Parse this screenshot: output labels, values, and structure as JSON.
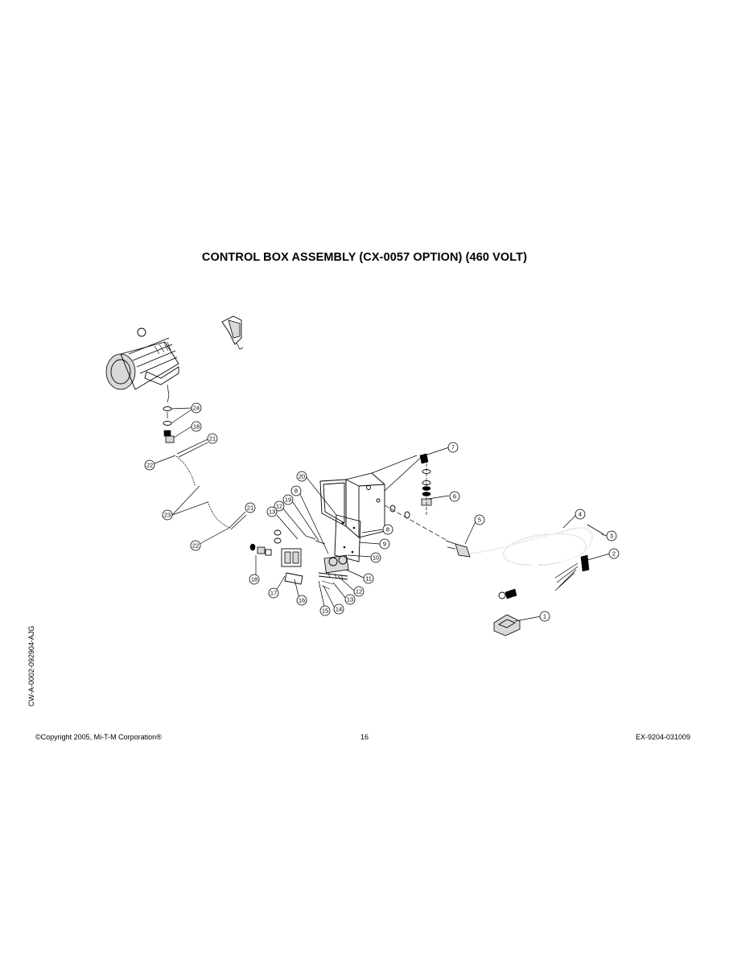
{
  "title": "CONTROL BOX ASSEMBLY (CX-0057 OPTION) (460 VOLT)",
  "side_code": "CW-A-0002-092904-AJG",
  "footer": {
    "copyright": "©Copyright  2005, Mi-T-M Corporation®",
    "page_number": "16",
    "doc_code": "EX-9204-031009"
  },
  "callouts": [
    "1",
    "2",
    "3",
    "4",
    "5",
    "6",
    "7",
    "8",
    "8",
    "9",
    "10",
    "11",
    "12",
    "12",
    "13",
    "13",
    "14",
    "15",
    "16",
    "17",
    "18",
    "18",
    "19",
    "20",
    "21",
    "21",
    "22",
    "22",
    "23",
    "24"
  ]
}
